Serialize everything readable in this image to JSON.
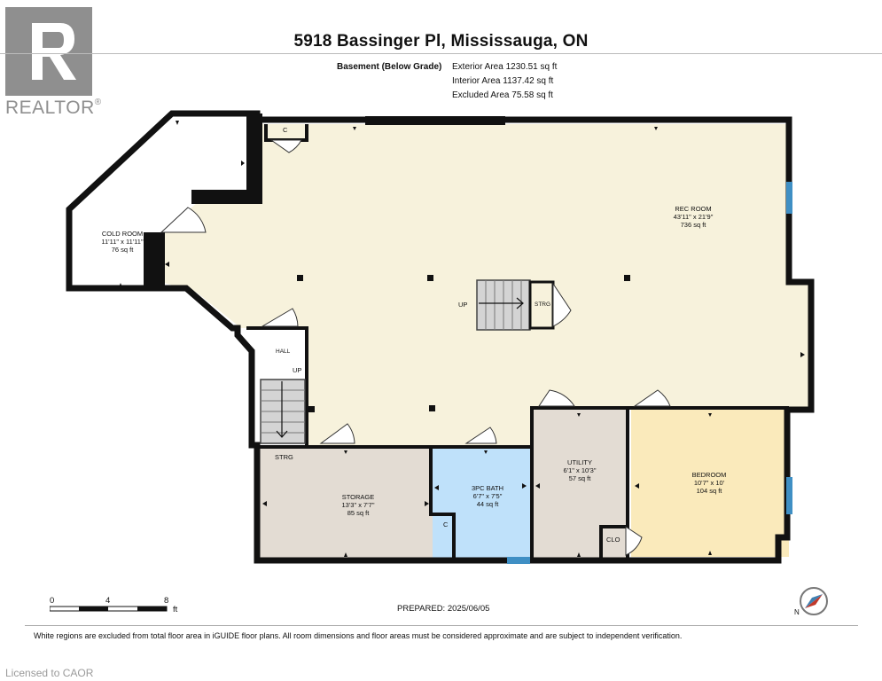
{
  "logo": {
    "icon": "realtor-r-logo",
    "text": "REALTOR",
    "mark": "®"
  },
  "title": "5918 Bassinger Pl, Mississauga, ON",
  "floor": {
    "label": "Basement (Below Grade)",
    "exterior_area": "Exterior Area 1230.51 sq ft",
    "interior_area": "Interior Area 1137.42 sq ft",
    "excluded_area": "Excluded Area 75.58 sq ft"
  },
  "rooms": {
    "cold_room": {
      "name": "COLD ROOM",
      "dims": "11'11\" x 11'11\"",
      "area": "76 sq ft"
    },
    "rec_room": {
      "name": "REC ROOM",
      "dims": "43'11\" x 21'9\"",
      "area": "736 sq ft"
    },
    "storage": {
      "name": "STORAGE",
      "dims": "13'3\" x 7'7\"",
      "area": "85 sq ft"
    },
    "bath": {
      "name": "3PC BATH",
      "dims": "6'7\" x 7'5\"",
      "area": "44 sq ft"
    },
    "utility": {
      "name": "UTILITY",
      "dims": "6'1\" x 10'3\"",
      "area": "57 sq ft"
    },
    "bedroom": {
      "name": "BEDROOM",
      "dims": "10'7\" x 10'",
      "area": "104 sq ft"
    }
  },
  "labels": {
    "closet_top": "C",
    "closet_bath": "C",
    "strg_stair": "STRG",
    "strg_left": "STRG",
    "hall": "HALL",
    "up_hall": "UP",
    "up_main": "UP",
    "clo": "CLO"
  },
  "colors": {
    "wall": "#111111",
    "rec_fill": "#f7f2dc",
    "storage_fill": "#e3dcd3",
    "bath_fill": "#bfe1fa",
    "bedroom_fill": "#faeabb",
    "window": "#3f8fc4"
  },
  "scale": {
    "ticks": [
      "0",
      "4",
      "8"
    ],
    "unit": "ft"
  },
  "prepared": "PREPARED: 2025/06/05",
  "compass": {
    "icon": "north-compass-icon",
    "label": "N"
  },
  "footer_note": "White regions are excluded from total floor area in iGUIDE floor plans. All room dimensions and floor areas must be considered approximate and are subject to independent verification.",
  "license": "Licensed to CAOR"
}
